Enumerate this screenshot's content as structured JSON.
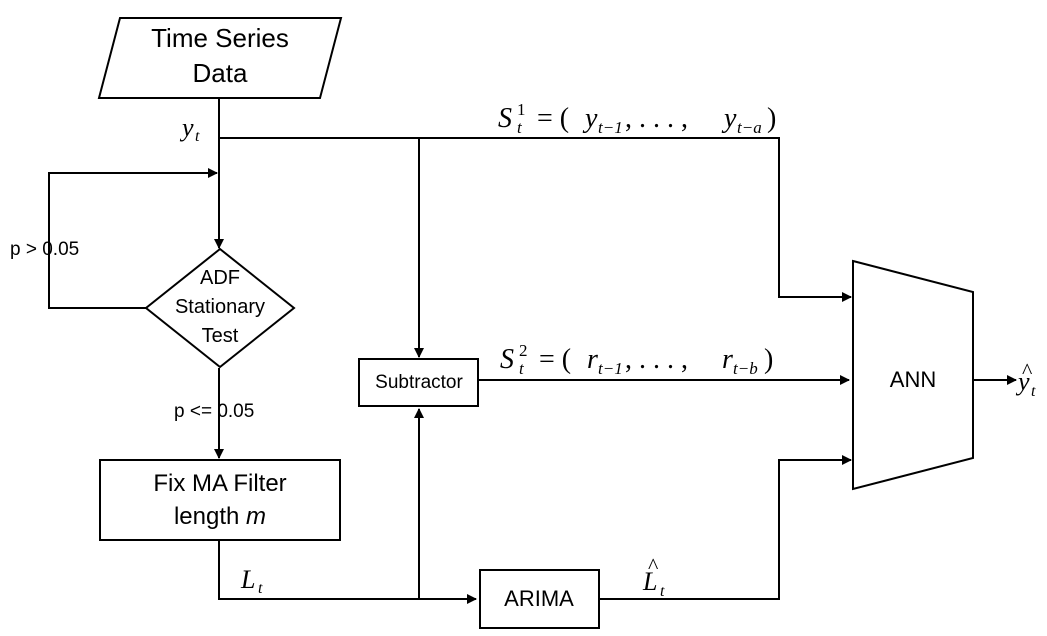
{
  "input": {
    "line1": "Time Series",
    "line2": "Data"
  },
  "adf": {
    "line1": "ADF",
    "line2": "Stationary",
    "line3": "Test"
  },
  "branch": {
    "fail": "p > 0.05",
    "pass": "p <= 0.05"
  },
  "filter": {
    "line1": "Fix MA Filter",
    "line2_prefix": "length ",
    "line2_var": "m"
  },
  "subtractor": {
    "label": "Subtractor"
  },
  "arima": {
    "label": "ARIMA"
  },
  "ann": {
    "label": "ANN"
  },
  "signals": {
    "y": {
      "base": "y",
      "sub": "t"
    },
    "L": {
      "base": "L",
      "sub": "t"
    },
    "Lhat": {
      "hat": "^",
      "base": "L",
      "sub": "t"
    },
    "yhat": {
      "hat": "^",
      "base": "y",
      "sub": "t"
    },
    "s1": {
      "base": "S",
      "sub": "t",
      "sup": "1",
      "eq": " = (",
      "a_base": "y",
      "a_sub": "t−1",
      "mid": ", . . . , ",
      "b_base": "y",
      "b_sub": "t−a",
      "close": ")"
    },
    "s2": {
      "base": "S",
      "sub": "t",
      "sup": "2",
      "eq": " = (",
      "a_base": "r",
      "a_sub": "t−1",
      "mid": ", . . . , ",
      "b_base": "r",
      "b_sub": "t−b",
      "close": ")"
    }
  }
}
